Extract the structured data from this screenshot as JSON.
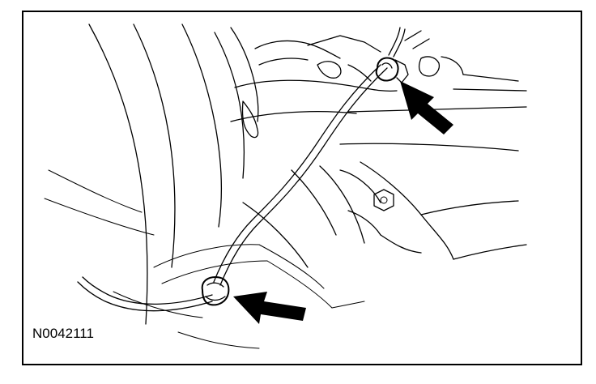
{
  "figure": {
    "id_label": "N0042111"
  },
  "callouts": [
    {
      "name": "arrow-upper-cable-bracket",
      "icon": "solid-pointer-arrow"
    },
    {
      "name": "arrow-lower-cable-grommet",
      "icon": "solid-pointer-arrow"
    }
  ],
  "colors": {
    "line": "#000000",
    "background": "#ffffff"
  }
}
